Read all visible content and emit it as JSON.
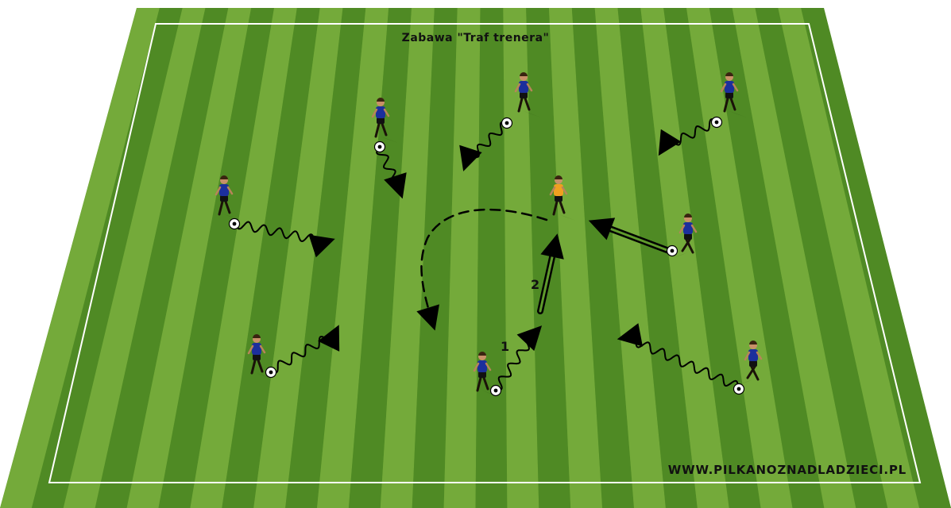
{
  "title": "Zabawa \"Traf trenera\"",
  "watermark": "WWW.PILKANOZNADLADZIECI.PL",
  "step_labels": {
    "dribble": "1",
    "pass": "2"
  },
  "colors": {
    "grass_light": "#74aa3a",
    "grass_dark": "#4f8a24",
    "lines": "#ffffff",
    "player_shirt": "#1c2f9c",
    "coach_shirt": "#f0a020",
    "arrows": "#000000"
  }
}
